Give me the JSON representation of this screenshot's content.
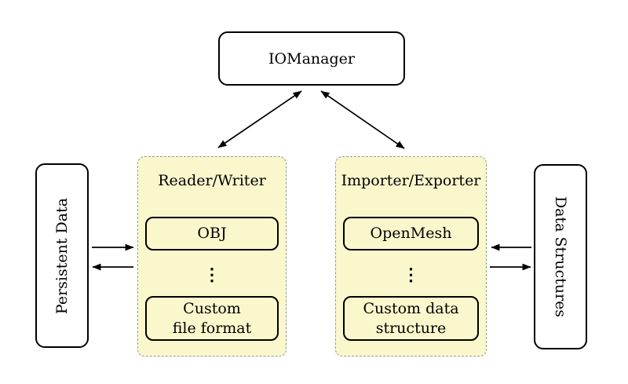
{
  "colors": {
    "group_fill": "#fbf7cc",
    "group_border": "#9a9a9a",
    "node_fill": "#ffffff",
    "node_border": "#000000",
    "arrow": "#000000",
    "background": "#ffffff"
  },
  "nodes": {
    "iomanager": {
      "label": "IOManager"
    },
    "persistent_data": {
      "label": "Persistent Data"
    },
    "data_structures": {
      "label": "Data Structures"
    },
    "reader_writer": {
      "title": "Reader/Writer",
      "items": [
        "OBJ",
        "Custom\nfile format"
      ],
      "ellipsis": "⋮"
    },
    "importer_exporter": {
      "title": "Importer/Exporter",
      "items": [
        "OpenMesh",
        "Custom data\nstructure"
      ],
      "ellipsis": "⋮"
    }
  },
  "edges": [
    {
      "from": "iomanager",
      "to": "reader_writer",
      "style": "bidirectional"
    },
    {
      "from": "iomanager",
      "to": "importer_exporter",
      "style": "bidirectional"
    },
    {
      "from": "persistent_data",
      "to": "reader_writer",
      "style": "arrow"
    },
    {
      "from": "reader_writer",
      "to": "persistent_data",
      "style": "arrow"
    },
    {
      "from": "data_structures",
      "to": "importer_exporter",
      "style": "arrow"
    },
    {
      "from": "importer_exporter",
      "to": "data_structures",
      "style": "arrow"
    }
  ]
}
